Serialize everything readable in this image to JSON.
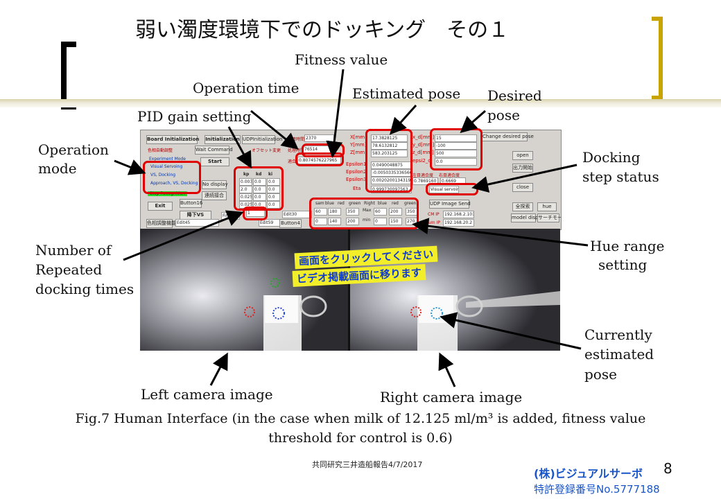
{
  "slide": {
    "title": "弱い濁度環境下でのドッキング　その１",
    "caption_line1": "Fig.7 Human Interface (in the case when milk of 12.125 ml/m³ is added, fitness value",
    "caption_line2": "threshold for control is 0.6)",
    "footer": "共同研究三井造船報告4/7/2017",
    "page_number": "8",
    "company": "(株)ビジュアルサーボ",
    "patent": "特許登録番号No.5777188"
  },
  "callouts": {
    "fitness_value": "Fitness value",
    "operation_time": "Operation time",
    "estimated_pose": "Estimated pose",
    "desired_pose_1": "Desired",
    "desired_pose_2": "pose",
    "pid_gain": "PID gain setting",
    "operation_mode_1": "Operation",
    "operation_mode_2": "mode",
    "docking_step_1": "Docking",
    "docking_step_2": "step status",
    "repeated_1": "Number of",
    "repeated_2": "Repeated",
    "repeated_3": "docking times",
    "hue_1": "Hue range",
    "hue_2": "setting",
    "current_1": "Currently",
    "current_2": "estimated",
    "current_3": "pose",
    "left_camera": "Left camera image",
    "right_camera": "Right camera image"
  },
  "ui": {
    "board_init": "Board Initialization",
    "initialization": "Initialization",
    "udp_init": "UDPInitialization",
    "auto_color": "色相自動調整",
    "wait_command": "Wait Command",
    "offset_change": "オフセット変更",
    "start": "Start",
    "experiment_mode": "Experiment Mode",
    "mode_vs": "Visual Servoing",
    "mode_vs_docking": "VS, Docking",
    "mode_approach": "Approach, VS, Docking",
    "no_display": "No display",
    "continuous": "連続接合",
    "stop_recognition": "Stop Recognition",
    "exit": "Exit",
    "button16": "Button16",
    "descend_vs": "降下VS",
    "color_data": "色相調整機能",
    "edit45": "Edit45",
    "finish": "Finish",
    "edit59": "Edit59",
    "button4": "Button4",
    "edit30": "Edit30",
    "elapsed_label": "計算時間",
    "elapsed_value": "2370",
    "optime_label": "処理時間",
    "optime_value": "76514",
    "fitness_label": "適合度",
    "fitness_value": "0.8074576227965",
    "kp": "kp",
    "kd": "kd",
    "ki": "ki",
    "gain_rows": [
      [
        "0.003",
        "0.0",
        "0.0"
      ],
      [
        "2.0",
        "0.0",
        "0.0"
      ],
      [
        "0.025",
        "0.0",
        "0.0"
      ],
      [
        "0.025",
        "0.0",
        "0.0"
      ]
    ],
    "x_label": "X[mm]",
    "y_label": "Y[mm]",
    "z_label": "Z[mm]",
    "x_val": "17.3828125",
    "y_val": "78.6132812",
    "z_val": "583.203125",
    "eps1_label": "Epsilon1",
    "eps2_label": "Epsilon2",
    "eps3_label": "Epsilon3",
    "eta_label": "Eta",
    "eps1_val": "0.0490048875",
    "eps2_val": "-0.0050335336566",
    "eps3_val": "0.0020200134319",
    "eta_val": "0.999730097563",
    "xd_label": "x_d[mm]",
    "yd_label": "y_d[mm]",
    "zd_label": "z_d[mm]",
    "epsi2_label": "epsi2_d",
    "xd_val": "15",
    "yd_val": "-100",
    "zd_val": "500",
    "epsi2_val": "0.0",
    "change_desired": "Change desired pose",
    "fitness_left": "左目適合度",
    "fitness_right": "右目適合度",
    "fitness_left_val": "0.7869160",
    "fitness_right_val": "0.6669",
    "docking_status": "Visual servoing",
    "udp_image_send": "UDP Image Send",
    "cm_ip": "CM IP",
    "cm_ip_val": "192.168.2.101",
    "turn_ip": "Turn IP",
    "turn_ip_val": "192.168.20.2",
    "open": "open",
    "close": "close",
    "output_start": "出力開始",
    "full_search": "全探索",
    "model_display": "model display",
    "hue": "hue",
    "search_mode": "サーチモード",
    "hue_headers": [
      "sam",
      "blue",
      "red",
      "green",
      "Right",
      "blue",
      "red",
      "green"
    ],
    "hue_max": [
      "60",
      "180",
      "350",
      "Max",
      "60",
      "200",
      "350"
    ],
    "hue_min": [
      "0",
      "140",
      "200",
      "min",
      "0",
      "150",
      "270"
    ],
    "repeat_count": "1"
  },
  "overlay": {
    "line1": "画面をクリックしてください",
    "line2": "ビデオ掲載画面に移ります"
  }
}
